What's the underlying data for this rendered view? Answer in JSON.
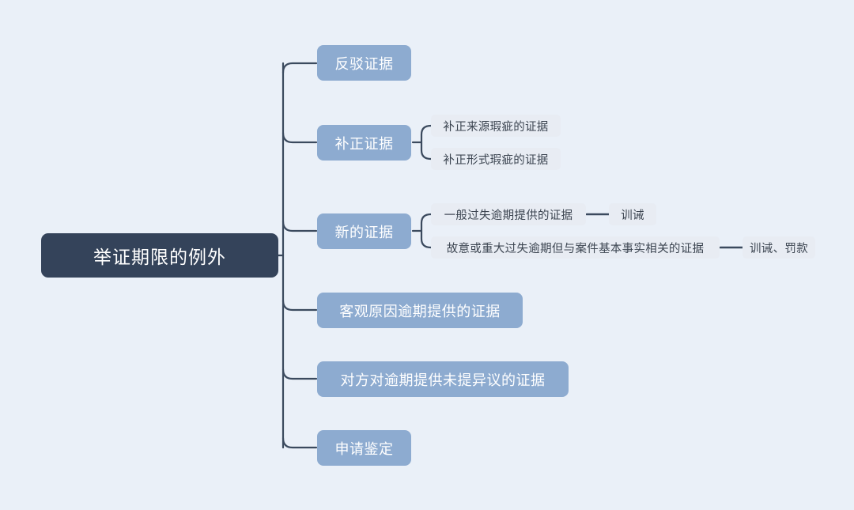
{
  "diagram": {
    "title": "举证期限的例外",
    "type": "mind-map",
    "colors": {
      "background": "#eaf0f8",
      "root_fill": "#34435a",
      "root_text": "#ffffff",
      "branch_fill": "#8dabd0",
      "branch_text": "#ffffff",
      "leaf_fill": "#e8ecf3",
      "leaf_text": "#3c4551",
      "connector": "#3b4a5e"
    },
    "root": {
      "label": "举证期限的例外"
    },
    "branches": [
      {
        "label": "反驳证据",
        "children": []
      },
      {
        "label": "补正证据",
        "children": [
          {
            "label": "补正来源瑕疵的证据",
            "children": []
          },
          {
            "label": "补正形式瑕疵的证据",
            "children": []
          }
        ]
      },
      {
        "label": "新的证据",
        "children": [
          {
            "label": "一般过失逾期提供的证据",
            "children": [
              {
                "label": "训诫"
              }
            ]
          },
          {
            "label": "故意或重大过失逾期但与案件基本事实相关的证据",
            "children": [
              {
                "label": "训诫、罚款"
              }
            ]
          }
        ]
      },
      {
        "label": "客观原因逾期提供的证据",
        "children": []
      },
      {
        "label": "对方对逾期提供未提异议的证据",
        "children": []
      },
      {
        "label": "申请鉴定",
        "children": []
      }
    ]
  }
}
